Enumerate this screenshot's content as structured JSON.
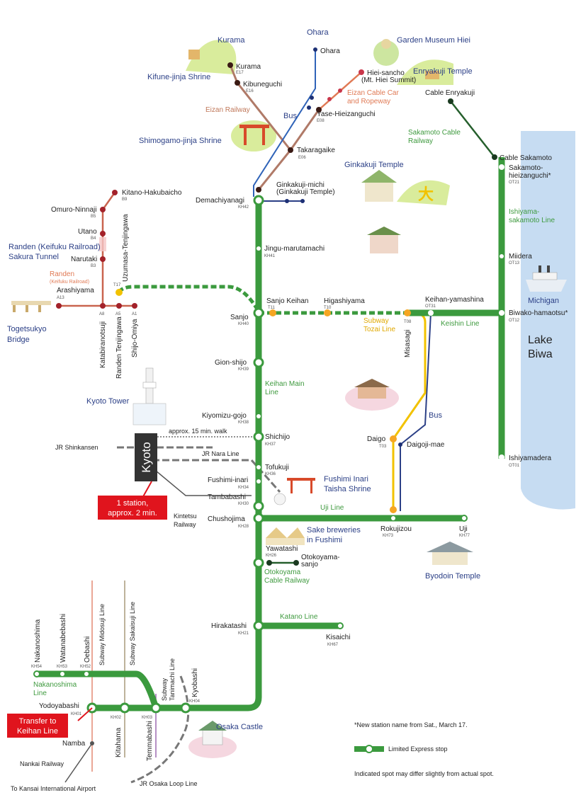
{
  "title": "",
  "colors": {
    "keihan_green": "#3b9a3e",
    "eizan_brown": "#b07a68",
    "bus_blue": "#2f63b8",
    "subway_yellow": "#f2c200",
    "randen_red": "#c9644f",
    "lake_blue": "#c6dcf2",
    "callout_red": "#e0141d"
  },
  "lines": {
    "eizan_railway": "Eizan Railway",
    "bus_north": "Bus",
    "eizan_cable": "Eizan Cable Car\nand Ropeway",
    "eizan_cable_l1": "Eizan Cable Car",
    "eizan_cable_l2": "and Ropeway",
    "sakamoto_cable_l1": "Sakamoto Cable",
    "sakamoto_cable_l2": "Railway",
    "ishiyama_sakamoto_l1": "Ishiyama-",
    "ishiyama_sakamoto_l2": "sakamoto Line",
    "keishin": "Keishin Line",
    "subway_tozai_l1": "Subway",
    "subway_tozai_l2": "Tozai Line",
    "keihan_main_l1": "Keihan Main",
    "keihan_main_l2": "Line",
    "uji": "Uji Line",
    "bus_south": "Bus",
    "otokoyama_l1": "Otokoyama",
    "otokoyama_l2": "Cable Railway",
    "katano": "Katano Line",
    "nakanoshima_l1": "Nakanoshima",
    "nakanoshima_l2": "Line",
    "randen_l1": "Randen",
    "randen_l2": "(Keifuku Railroad)",
    "randen_tunnel_l1": "Randen (Keifuku Railroad)",
    "randen_tunnel_l2": "Sakura Tunnel",
    "jr_shinkansen": "JR Shinkansen",
    "jr_nara": "JR Nara Line",
    "kintetsu_l1": "Kintetsu",
    "kintetsu_l2": "Railway",
    "subway_midosuji": "Subway Midosuji Line",
    "subway_sakaisuji": "Subway Sakaisuji Line",
    "subway_tanimachi_l1": "Subway",
    "subway_tanimachi_l2": "Tanimachi Line",
    "nankai": "Nankai Railway",
    "jr_osaka_loop": "JR Osaka Loop Line",
    "to_kansai": "To Kansai International Airport"
  },
  "stations": {
    "ohara": "Ohara",
    "kurama": "Kurama",
    "kurama_code": "E17",
    "kibuneguchi": "Kibuneguchi",
    "kibuneguchi_code": "E16",
    "hiei_sancho_l1": "Hiei-sancho",
    "hiei_sancho_l2": "(Mt. Hiei Summit)",
    "cable_enryakuji": "Cable Enryakuji",
    "yase": "Yase-Hieizanguchi",
    "yase_code": "E08",
    "takaragaike": "Takaragaike",
    "takaragaike_code": "E06",
    "cable_sakamoto": "Cable Sakamoto",
    "sakamoto_hieizanguchi_l1": "Sakamoto-",
    "sakamoto_hieizanguchi_l2": "hieizanguchi*",
    "sakamoto_hieizanguchi_code": "OT21",
    "ginkakuji_michi_l1": "Ginkakuji-michi",
    "ginkakuji_michi_l2": "(Ginkakuji Temple)",
    "demachiyanagi": "Demachiyanagi",
    "demachiyanagi_code": "KH42",
    "kitano": "Kitano-Hakubaicho",
    "kitano_code": "B9",
    "omuro": "Omuro-Ninnaji",
    "omuro_code": "B5",
    "utano": "Utano",
    "utano_code": "B4",
    "narutaki": "Narutaki",
    "narutaki_code": "B3",
    "jingu": "Jingu-marutamachi",
    "jingu_code": "KH41",
    "arashiyama": "Arashiyama",
    "arashiyama_code": "A13",
    "uzumasa": "Uzumasa-Tenjingawa",
    "uzumasa_code": "T17",
    "miidera": "Miidera",
    "miidera_code": "OT13",
    "sanjo_keihan": "Sanjo Keihan",
    "sanjo_keihan_code": "T11",
    "higashiyama": "Higashiyama",
    "higashiyama_code": "T10",
    "keihan_yamashina": "Keihan-yamashina",
    "keihan_yamashina_code": "OT31",
    "biwako_hamaotsu": "Biwako-hamaotsu*",
    "biwako_hamaotsu_code": "OT12",
    "sanjo": "Sanjo",
    "sanjo_code": "KH40",
    "katabiranotsuji": "Katabiranotsuji",
    "katabiranotsuji_code": "A8",
    "randen_tenjingawa": "Randen Tenjingawa",
    "randen_tenjingawa_code": "A5",
    "shijo_omiya": "Shijo-Omiya",
    "shijo_omiya_code": "A1",
    "misasagi": "Misasagi",
    "misasagi_code": "T08",
    "gion_shijo": "Gion-shijo",
    "gion_shijo_code": "KH39",
    "kiyomizu": "Kiyomizu-gojo",
    "kiyomizu_code": "KH38",
    "shichijo": "Shichijo",
    "shichijo_code": "KH37",
    "daigo": "Daigo",
    "daigo_code": "T03",
    "daigoji_mae": "Daigoji-mae",
    "ishiyamadera": "Ishiyamadera",
    "ishiyamadera_code": "OT01",
    "kyoto": "Kyoto",
    "tofukuji": "Tofukuji",
    "tofukuji_code": "KH36",
    "fushimi_inari": "Fushimi-inari",
    "fushimi_inari_code": "KH34",
    "tambabashi": "Tambabashi",
    "tambabashi_code": "KH30",
    "chushojima": "Chushojima",
    "chushojima_code": "KH28",
    "rokujizou": "Rokujizou",
    "rokujizou_code": "KH73",
    "uji_st": "Uji",
    "uji_code": "KH77",
    "yawatashi": "Yawatashi",
    "yawatashi_code": "KH26",
    "otokoyama_sanjo_l1": "Otokoyama-",
    "otokoyama_sanjo_l2": "sanjo",
    "hirakatashi": "Hirakatashi",
    "hirakatashi_code": "KH21",
    "kisaichi": "Kisaichi",
    "kisaichi_code": "KH67",
    "nakanoshima_st": "Nakanoshima",
    "nakanoshima_code": "KH54",
    "watanabebashi": "Watanabebashi",
    "watanabebashi_code": "KH53",
    "oebashi": "Oebashi",
    "oebashi_code": "KH52",
    "kyobashi": "Kyobashi",
    "kyobashi_code": "KH04",
    "yodoyabashi": "Yodoyabashi",
    "yodoyabashi_code": "KH01",
    "kitahama": "Kitahama",
    "kitahama_code": "KH02",
    "temmabashi": "Temmabashi",
    "temmabashi_code": "KH03",
    "namba": "Namba"
  },
  "landmarks": {
    "kurama": "Kurama",
    "kifune": "Kifune-jinja Shrine",
    "garden_museum": "Garden Museum Hiei",
    "enryakuji": "Enryakuji Temple",
    "shimogamo": "Shimogamo-jinja Shrine",
    "ginkakuji": "Ginkakuji Temple",
    "michigan": "Michigan",
    "lake_biwa_l1": "Lake",
    "lake_biwa_l2": "Biwa",
    "togetsukyo_l1": "Togetsukyo",
    "togetsukyo_l2": "Bridge",
    "kyoto_tower": "Kyoto Tower",
    "fushimi_inari_l1": "Fushimi Inari",
    "fushimi_inari_l2": "Taisha Shrine",
    "sake_l1": "Sake breweries",
    "sake_l2": "in Fushimi",
    "byodoin": "Byodoin Temple",
    "osaka_castle": "Osaka Castle"
  },
  "callouts": {
    "walk": "approx. 15 min. walk",
    "one_station_l1": "1 station,",
    "one_station_l2": "approx. 2 min.",
    "transfer_l1": "Transfer to",
    "transfer_l2": "Keihan Line"
  },
  "legend": {
    "note_new_station": "*New station name from Sat., March 17.",
    "limited_express": "Limited Express stop",
    "disclaimer": "Indicated spot may differ slightly from actual spot."
  }
}
